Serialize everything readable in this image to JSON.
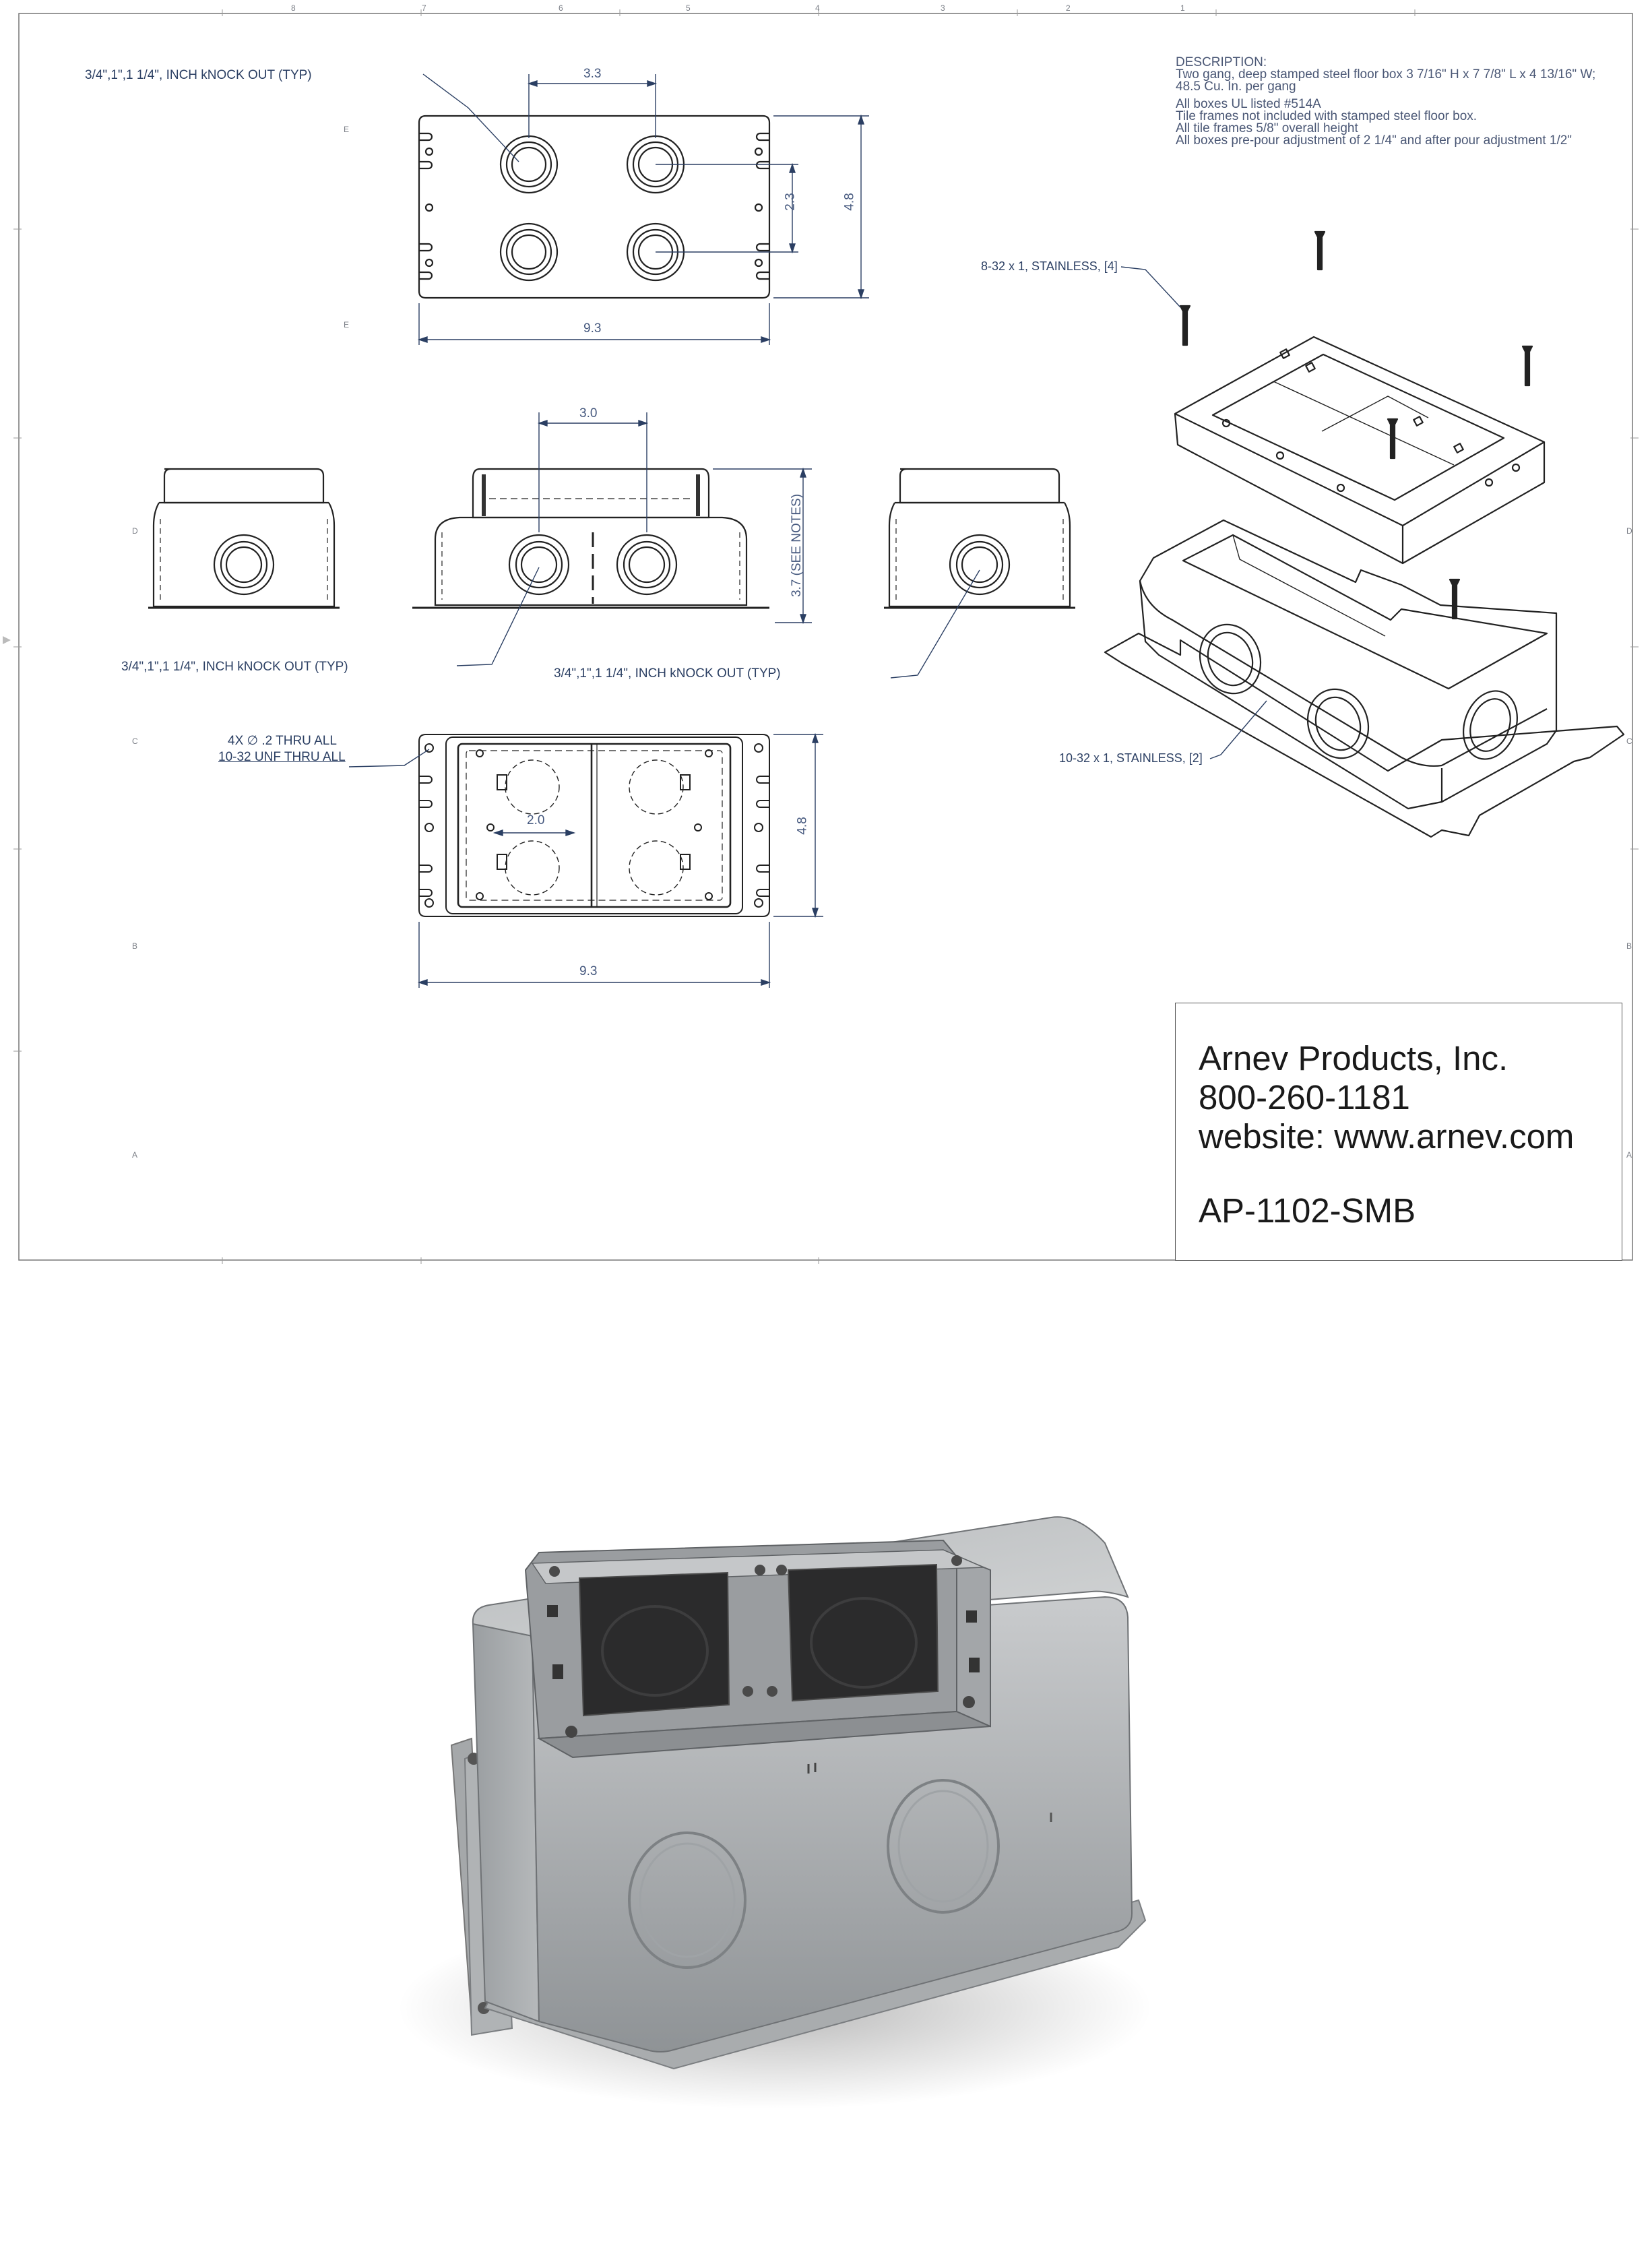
{
  "drawing": {
    "top_view": {
      "label": "3/4\",1\",1 1/4\", INCH kNOCK OUT (TYP)",
      "dim_knockout_spacing": "3.3",
      "dim_vertical_spacing": "2.3",
      "dim_height": "4.8",
      "dim_width": "9.3"
    },
    "side_views": {
      "left_label": "3/4\",1\",1 1/4\", INCH kNOCK OUT (TYP)",
      "center_label": "3/4\",1\",1 1/4\", INCH kNOCK OUT (TYP)",
      "dim_knockout_spacing": "3.0",
      "dim_height": "3.7 (SEE NOTES)"
    },
    "bottom_view": {
      "hole_note_line1": "4X ∅ .2 THRU ALL",
      "hole_note_line2": "10-32 UNF THRU ALL",
      "dim_inner_spacing": "2.0",
      "dim_height": "4.8",
      "dim_width": "9.3"
    },
    "iso_view": {
      "screw_note_top": "8-32 x 1, STAINLESS, [4]",
      "screw_note_bottom": "10-32 x 1, STAINLESS, [2]"
    },
    "description": {
      "heading": "DESCRIPTION:",
      "line1": "Two gang, deep stamped steel floor box 3 7/16\" H x 7 7/8\" L x 4 13/16\" W; 48.5 Cu. In. per gang",
      "line2": "All boxes UL listed #514A",
      "line3": "Tile frames not included with stamped steel floor box.",
      "line4": "All tile frames 5/8\" overall height",
      "line5": "All boxes pre-pour adjustment of 2 1/4\" and after pour adjustment 1/2\""
    },
    "zones": {
      "columns": [
        "8",
        "7",
        "6",
        "5",
        "4",
        "3",
        "2",
        "1"
      ],
      "rows": [
        "E",
        "D",
        "C",
        "B",
        "A"
      ]
    }
  },
  "title_block": {
    "company": "Arnev Products, Inc.",
    "phone": "800-260-1181",
    "website": "website: www.arnev.com",
    "part_number": "AP-1102-SMB"
  },
  "colors": {
    "line": "#222222",
    "annotation": "#2b3f63",
    "box_steel": "#a9acae",
    "box_dark": "#2a2a2a"
  }
}
